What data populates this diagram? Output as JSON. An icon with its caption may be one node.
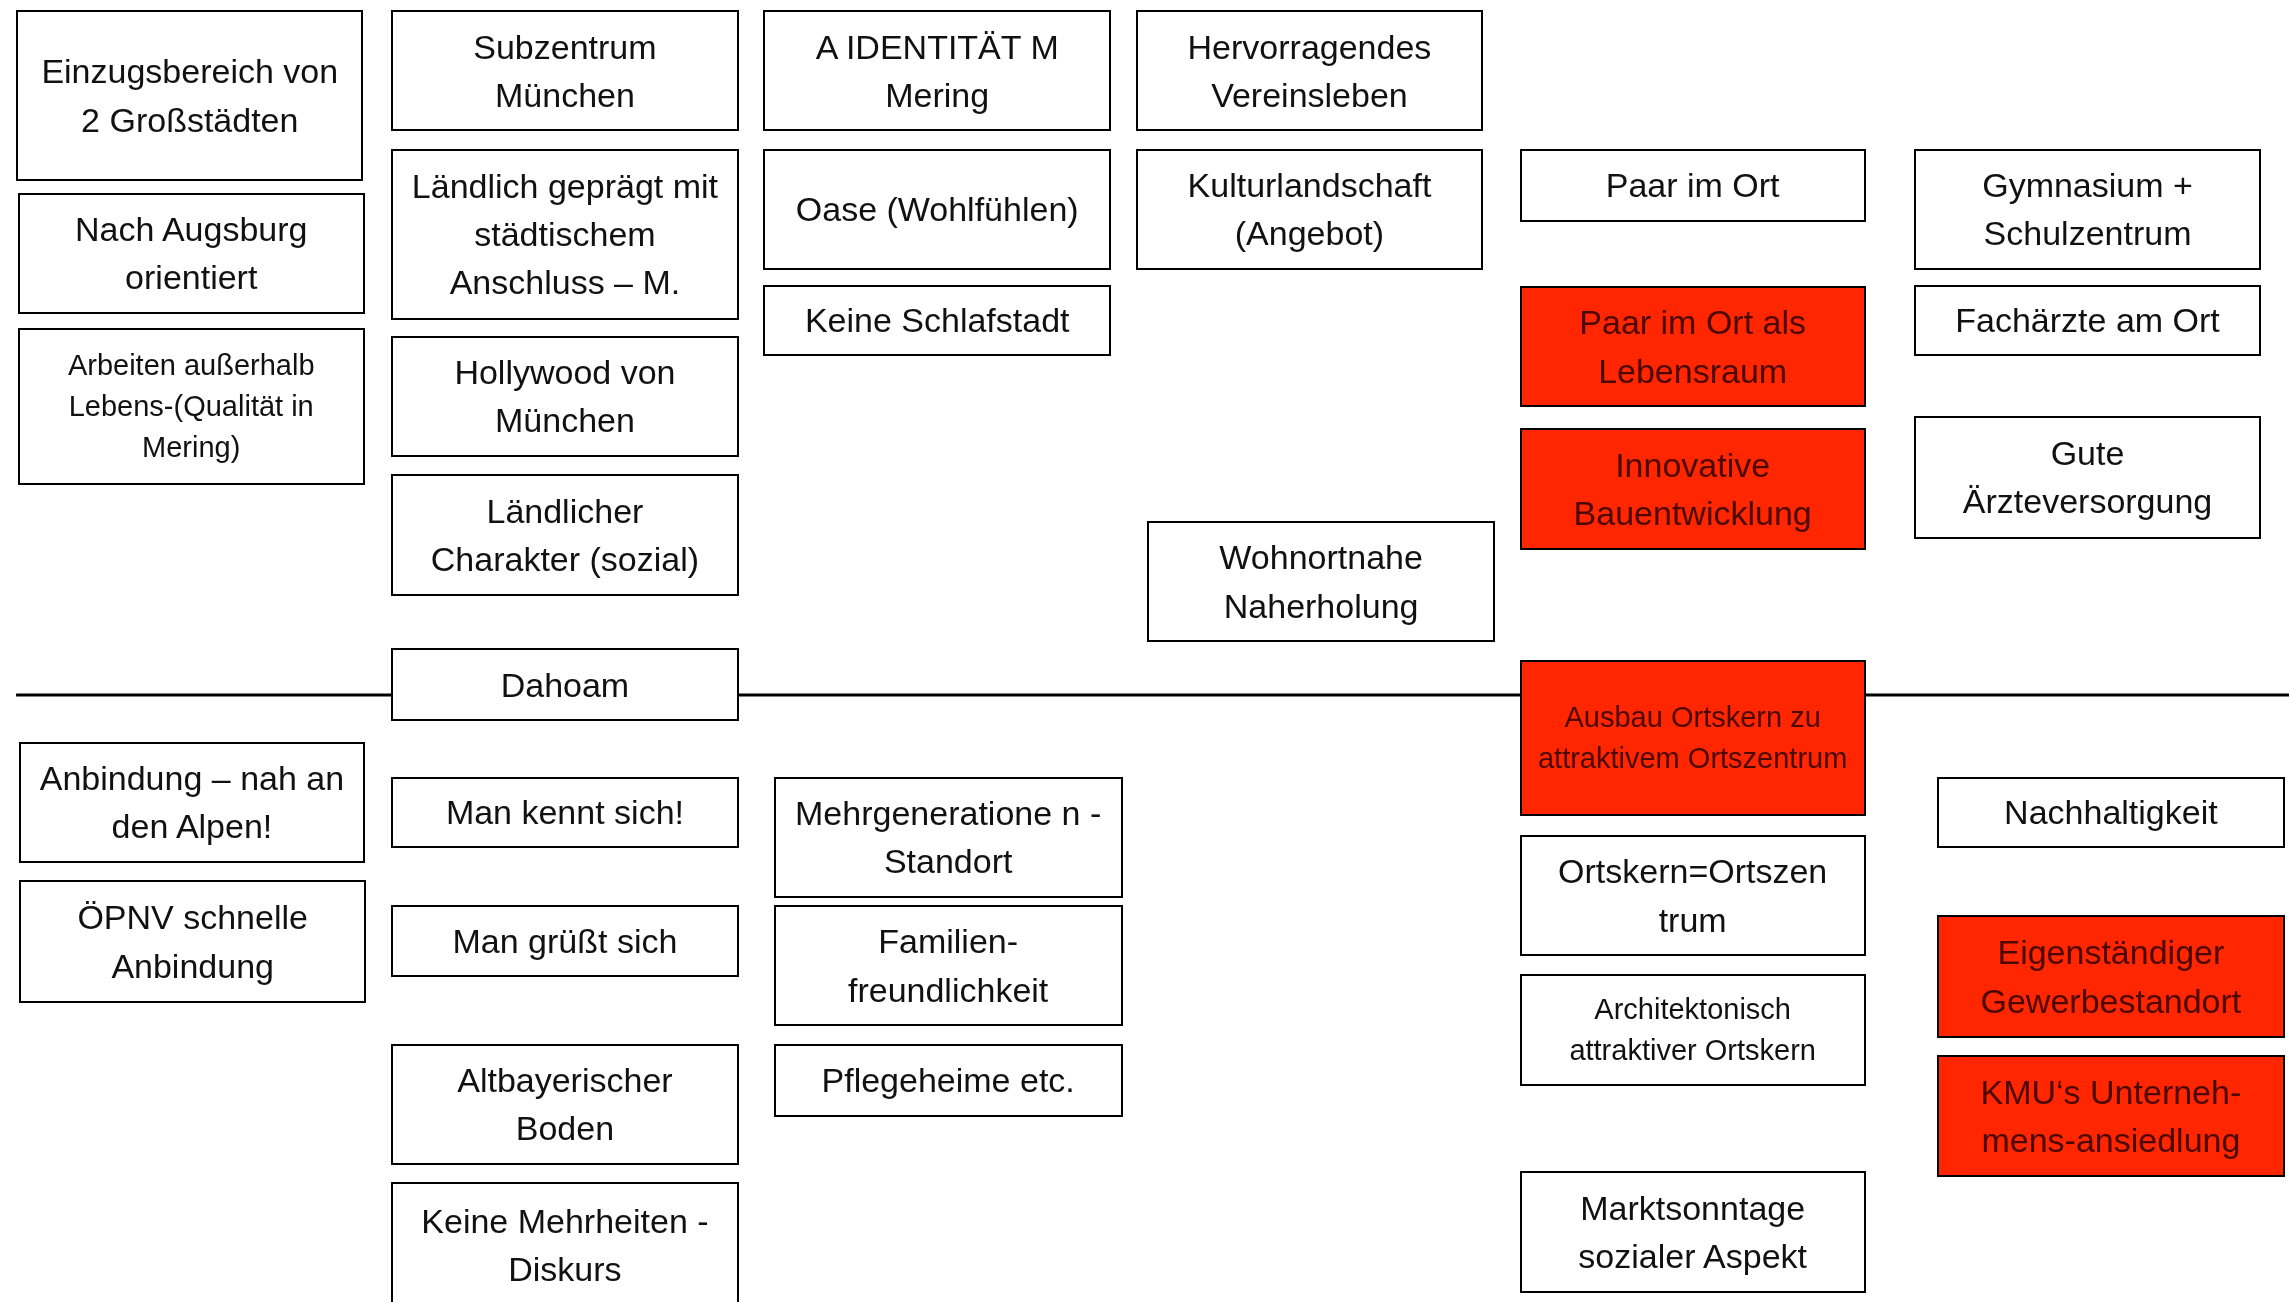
{
  "diagram": {
    "nodes": [
      {
        "text": [
          "Einzugsbereich von 2 Großstädten"
        ]
      },
      {
        "text": [
          "Nach Augsburg orientiert"
        ]
      },
      {
        "text": [
          "Arbeiten außerhalb Lebens-(Qualität in Mering)"
        ]
      },
      {
        "text": [
          "Subzentrum München"
        ]
      },
      {
        "text": [
          "Ländlich geprägt mit städtischem Anschluss – M."
        ]
      },
      {
        "text": [
          "Hollywood von München"
        ]
      },
      {
        "text": [
          "Ländlicher Charakter (sozial)"
        ]
      },
      {
        "text": [
          "A IDENTITÄT M Mering"
        ]
      },
      {
        "text": [
          "Oase (Wohlfühlen)"
        ]
      },
      {
        "text": [
          "Keine Schlafstadt"
        ]
      },
      {
        "text": [
          "Hervorragendes Vereinsleben"
        ]
      },
      {
        "text": [
          "Kulturlandschaft (Angebot)"
        ]
      },
      {
        "text": [
          "Wohnortnahe Naherholung"
        ]
      },
      {
        "text": [
          "Paar im Ort"
        ]
      },
      {
        "text": [
          "Paar im Ort als Lebensraum"
        ]
      },
      {
        "text": [
          "Innovative Bauentwicklung"
        ]
      },
      {
        "text": [
          "Gymnasium + Schulzentrum"
        ]
      },
      {
        "text": [
          "Fachärzte am Ort"
        ]
      },
      {
        "text": [
          "Gute Ärzteversorgung"
        ]
      },
      {
        "text": [
          "Dahoam"
        ]
      },
      {
        "text": [
          "Ausbau Ortskern zu attraktivem Ortszentrum"
        ]
      },
      {
        "text": [
          "Anbindung – nah an den Alpen!"
        ]
      },
      {
        "text": [
          "ÖPNV schnelle Anbindung"
        ]
      },
      {
        "text": [
          "Man kennt sich!"
        ]
      },
      {
        "text": [
          "Man grüßt sich"
        ]
      },
      {
        "text": [
          "Altbayerischer Boden"
        ]
      },
      {
        "text": [
          "Keine Mehrheiten - Diskurs"
        ]
      },
      {
        "text": [
          "Mehrgeneratione n - Standort"
        ]
      },
      {
        "text": [
          "Familien- freundlichkeit"
        ]
      },
      {
        "text": [
          "Pflegeheime etc."
        ]
      },
      {
        "text": [
          "Ortskern=Ortszen trum"
        ]
      },
      {
        "text": [
          "Architektonisch attraktiver Ortskern"
        ]
      },
      {
        "text": [
          "Marktsonntage sozialer Aspekt"
        ]
      },
      {
        "text": [
          "Nachhaltigkeit"
        ]
      },
      {
        "text": [
          "Eigenständiger Gewerbestandort"
        ]
      },
      {
        "text": [
          "KMU‘s Unterneh- mens-ansiedlung"
        ]
      }
    ]
  }
}
